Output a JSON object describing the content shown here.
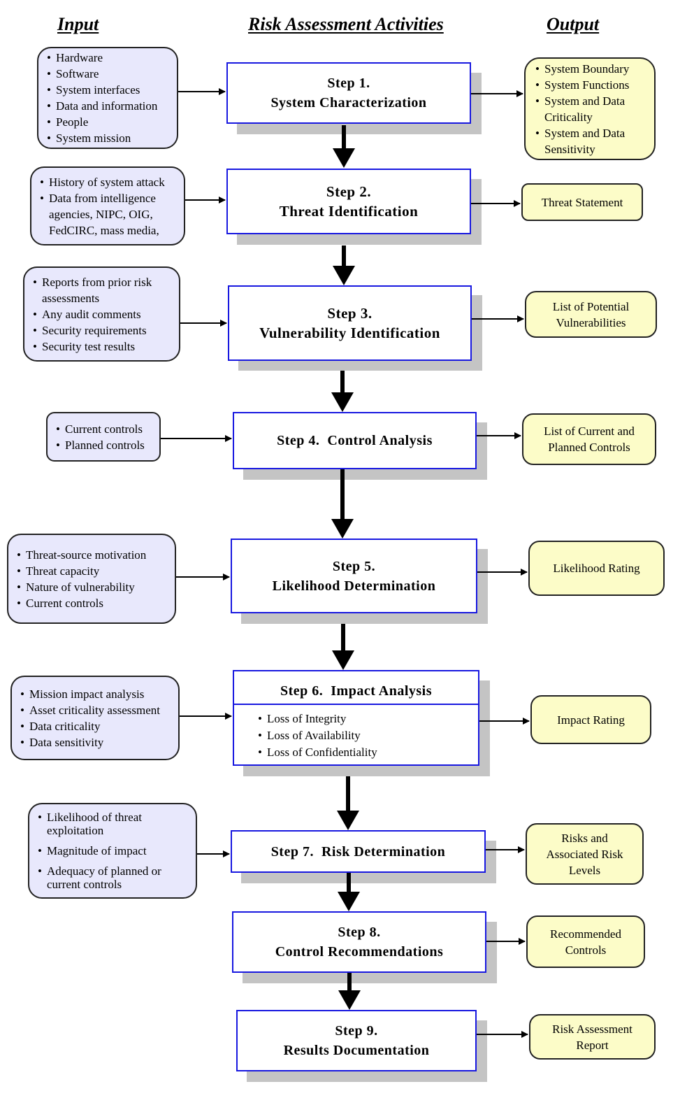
{
  "headers": {
    "input": "Input",
    "activities": "Risk Assessment Activities",
    "output": "Output"
  },
  "steps": [
    {
      "line1": "Step 1.",
      "line2": "System Characterization"
    },
    {
      "line1": "Step 2.",
      "line2": "Threat Identification"
    },
    {
      "line1": "Step 3.",
      "line2": "Vulnerability Identification"
    },
    {
      "line1": "Step 4.  Control Analysis"
    },
    {
      "line1": "Step 5.",
      "line2": "Likelihood Determination"
    },
    {
      "line1": "Step 6.  Impact Analysis",
      "items": [
        "Loss of Integrity",
        "Loss of Availability",
        "Loss of Confidentiality"
      ]
    },
    {
      "line1": "Step 7.  Risk Determination"
    },
    {
      "line1": "Step 8.",
      "line2": "Control Recommendations"
    },
    {
      "line1": "Step 9.",
      "line2": "Results Documentation"
    }
  ],
  "inputs": [
    [
      "Hardware",
      "Software",
      "System interfaces",
      "Data and information",
      "People",
      "System mission"
    ],
    [
      "History of system attack",
      "Data from intelligence agencies, NIPC, OIG, FedCIRC, mass media,"
    ],
    [
      "Reports from prior risk assessments",
      "Any audit comments",
      "Security requirements",
      "Security test results"
    ],
    [
      "Current controls",
      "Planned controls"
    ],
    [
      "Threat-source motivation",
      "Threat capacity",
      "Nature of vulnerability",
      "Current controls"
    ],
    [
      "Mission impact analysis",
      "Asset criticality assessment",
      "Data criticality",
      "Data sensitivity"
    ],
    [
      "Likelihood of threat exploitation",
      "Magnitude of impact",
      "Adequacy of planned or current controls"
    ]
  ],
  "outputs": [
    {
      "items": [
        "System Boundary",
        "System Functions",
        "System and Data Criticality",
        "System and Data Sensitivity"
      ]
    },
    {
      "lines": [
        "Threat Statement"
      ]
    },
    {
      "lines": [
        "List of Potential",
        "Vulnerabilities"
      ]
    },
    {
      "lines": [
        "List of Current and",
        "Planned Controls"
      ]
    },
    {
      "lines": [
        "Likelihood Rating"
      ]
    },
    {
      "lines": [
        "Impact Rating"
      ]
    },
    {
      "lines": [
        "Risks and",
        "Associated Risk",
        "Levels"
      ]
    },
    {
      "lines": [
        "Recommended",
        "Controls"
      ]
    },
    {
      "lines": [
        "Risk Assessment",
        "Report"
      ]
    }
  ],
  "colors": {
    "step_border": "#1818e0",
    "input_fill": "#e8e8fc",
    "output_fill": "#fcfcc8",
    "shadow": "#c4c4c4"
  }
}
